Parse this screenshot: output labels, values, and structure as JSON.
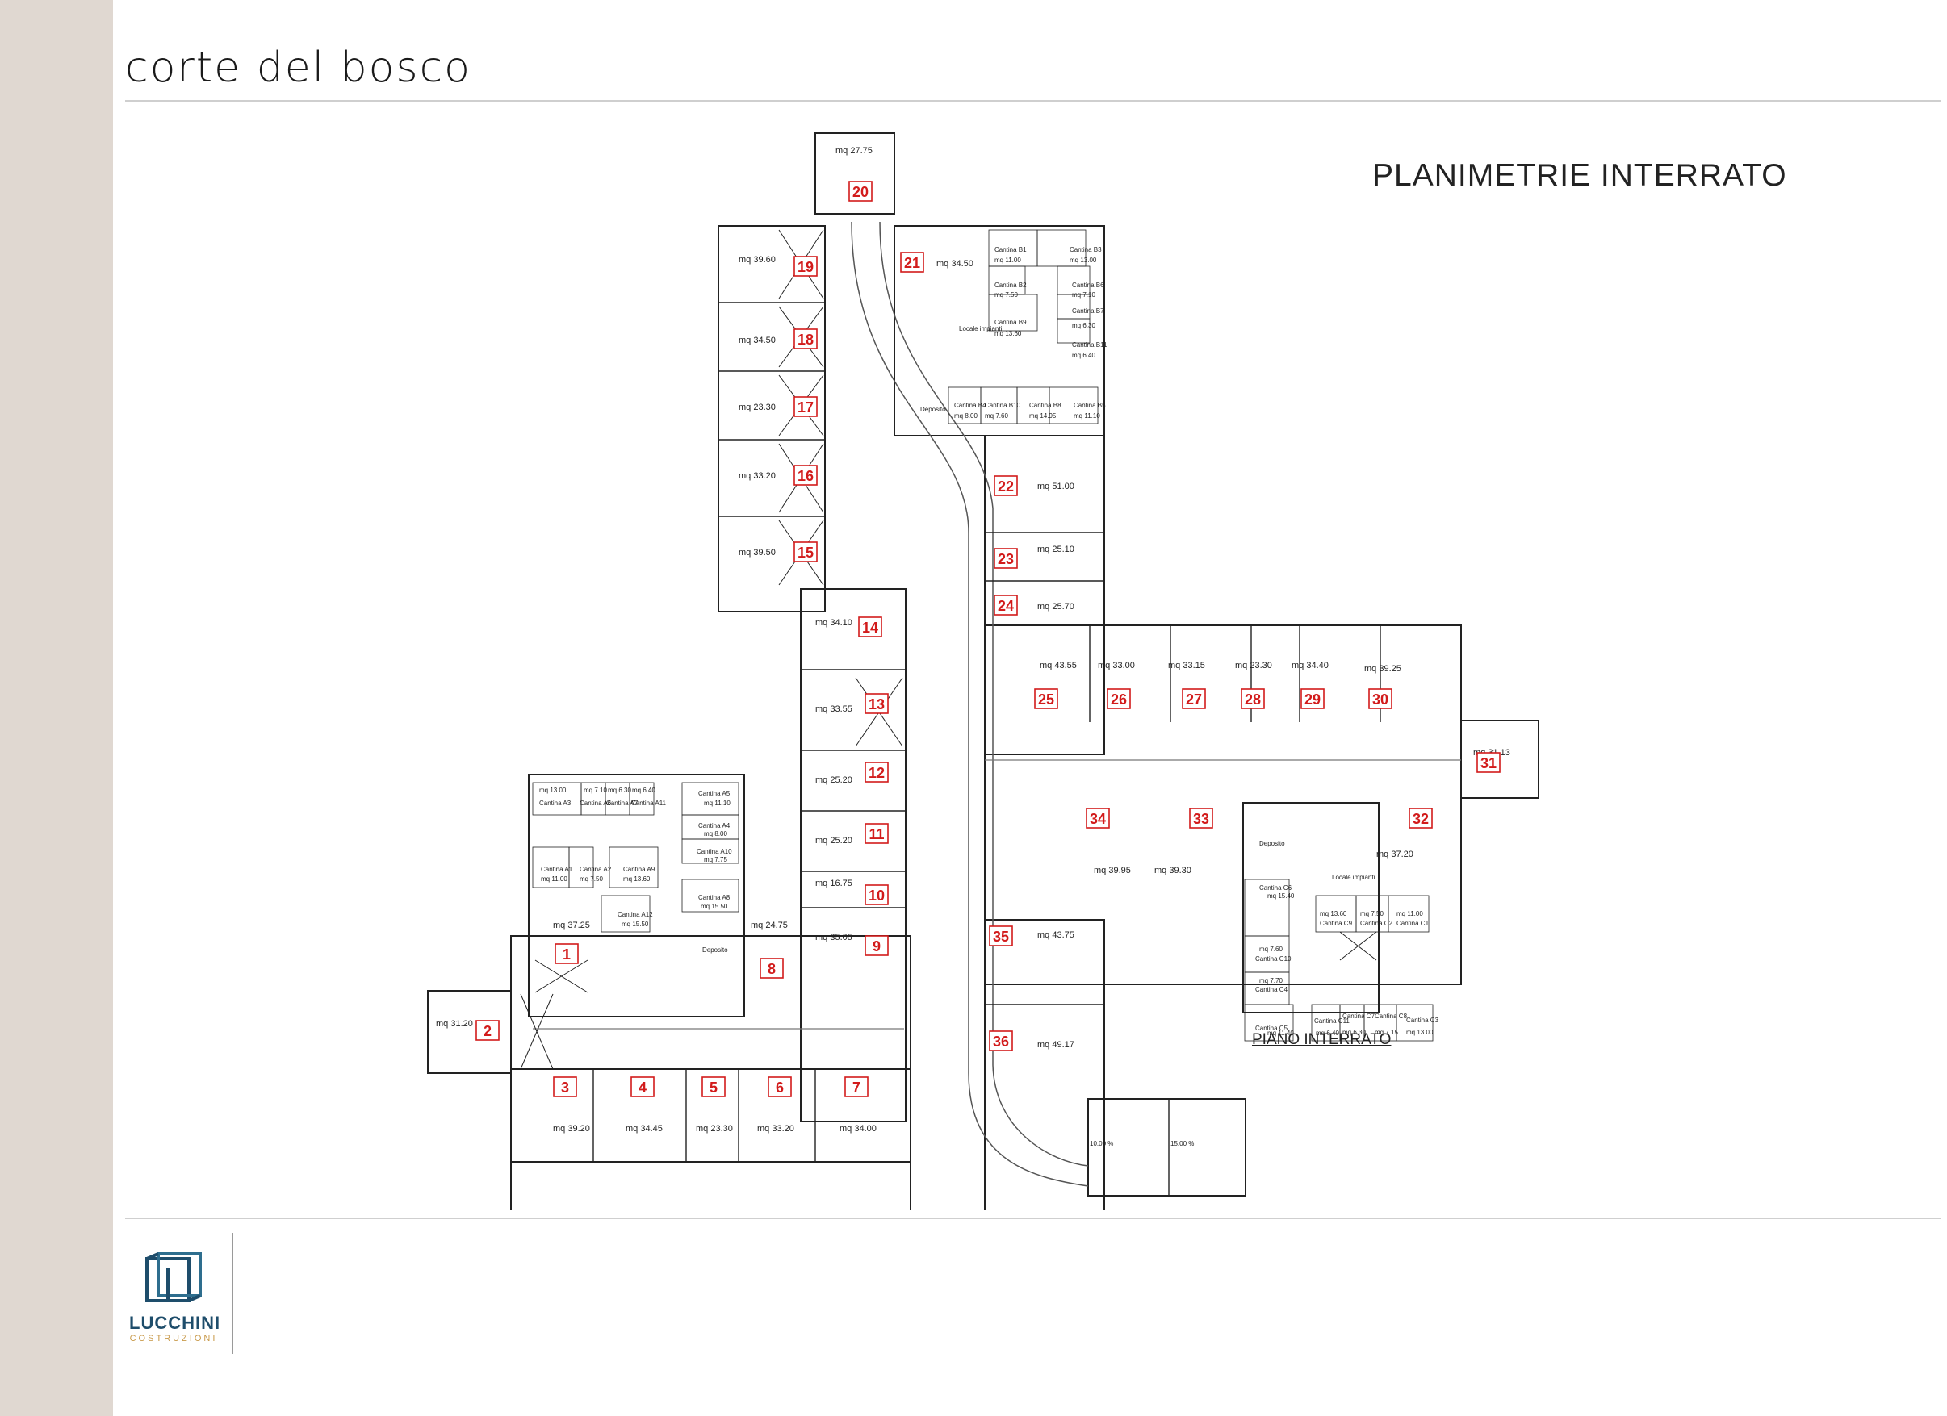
{
  "header": {
    "brand_title": "corte del bosco",
    "page_heading": "PLANIMETRIE INTERRATO"
  },
  "plan": {
    "floor_label": "PIANO INTERRATO",
    "units": [
      {
        "num": "1",
        "area": "mq 37.25"
      },
      {
        "num": "2",
        "area": "mq 31.20"
      },
      {
        "num": "3",
        "area": "mq 39.20"
      },
      {
        "num": "4",
        "area": "mq 34.45"
      },
      {
        "num": "5",
        "area": "mq 23.30"
      },
      {
        "num": "6",
        "area": "mq 33.20"
      },
      {
        "num": "7",
        "area": "mq 34.00"
      },
      {
        "num": "8",
        "area": "mq 24.75"
      },
      {
        "num": "9",
        "area": "mq 35.05"
      },
      {
        "num": "10",
        "area": "mq 16.75"
      },
      {
        "num": "11",
        "area": "mq 25.20"
      },
      {
        "num": "12",
        "area": "mq 25.20"
      },
      {
        "num": "13",
        "area": "mq 33.55"
      },
      {
        "num": "14",
        "area": "mq 34.10"
      },
      {
        "num": "15",
        "area": "mq 39.50"
      },
      {
        "num": "16",
        "area": "mq 33.20"
      },
      {
        "num": "17",
        "area": "mq 23.30"
      },
      {
        "num": "18",
        "area": "mq 34.50"
      },
      {
        "num": "19",
        "area": "mq 39.60"
      },
      {
        "num": "20",
        "area": "mq 27.75"
      },
      {
        "num": "21",
        "area": "mq 34.50"
      },
      {
        "num": "22",
        "area": "mq 51.00"
      },
      {
        "num": "23",
        "area": "mq 25.10"
      },
      {
        "num": "24",
        "area": "mq 25.70"
      },
      {
        "num": "25",
        "area": "mq 43.55"
      },
      {
        "num": "26",
        "area": "mq 33.00"
      },
      {
        "num": "27",
        "area": "mq 33.15"
      },
      {
        "num": "28",
        "area": "mq 23.30"
      },
      {
        "num": "29",
        "area": "mq 34.40"
      },
      {
        "num": "30",
        "area": "mq 39.25"
      },
      {
        "num": "31",
        "area": "mq 31.13"
      },
      {
        "num": "32",
        "area": "mq 37.20"
      },
      {
        "num": "33",
        "area": "mq 39.30"
      },
      {
        "num": "34",
        "area": "mq 39.95"
      },
      {
        "num": "35",
        "area": "mq 43.75"
      },
      {
        "num": "36",
        "area": "mq 49.17"
      }
    ],
    "cellars": [
      {
        "name": "Cantina A3",
        "area": "mq 13.00"
      },
      {
        "name": "Cantina A6",
        "area": "mq 7.10"
      },
      {
        "name": "Cantina A7",
        "area": "mq 6.30"
      },
      {
        "name": "Cantina A11",
        "area": "mq 6.40"
      },
      {
        "name": "Cantina A5",
        "area": "mq 11.10"
      },
      {
        "name": "Cantina A4",
        "area": "mq 8.00"
      },
      {
        "name": "Cantina A10",
        "area": "mq 7.75"
      },
      {
        "name": "Cantina A1",
        "area": "mq 11.00"
      },
      {
        "name": "Cantina A2",
        "area": "mq 7.50"
      },
      {
        "name": "Cantina A9",
        "area": "mq 13.60"
      },
      {
        "name": "Cantina A8",
        "area": "mq 15.50"
      },
      {
        "name": "Cantina A12",
        "area": "mq 15.50"
      },
      {
        "name": "Cantina B1",
        "area": "mq 11.00"
      },
      {
        "name": "Cantina B3",
        "area": "mq 13.00"
      },
      {
        "name": "Cantina B2",
        "area": "mq 7.50"
      },
      {
        "name": "Cantina B6",
        "area": "mq 7.10"
      },
      {
        "name": "Cantina B9",
        "area": "mq 13.60"
      },
      {
        "name": "Cantina B7",
        "area": "mq 6.30"
      },
      {
        "name": "Cantina B11",
        "area": "mq 6.40"
      },
      {
        "name": "Cantina B4",
        "area": "mq 8.00"
      },
      {
        "name": "Cantina B10",
        "area": "mq 7.60"
      },
      {
        "name": "Cantina B8",
        "area": "mq 14.95"
      },
      {
        "name": "Cantina B5",
        "area": "mq 11.10"
      },
      {
        "name": "Cantina C6",
        "area": "mq 15.40"
      },
      {
        "name": "Cantina C9",
        "area": "mq 13.60"
      },
      {
        "name": "Cantina C2",
        "area": "mq 7.50"
      },
      {
        "name": "Cantina C1",
        "area": "mq 11.00"
      },
      {
        "name": "Cantina C10",
        "area": "mq 7.60"
      },
      {
        "name": "Cantina C4",
        "area": "mq 7.70"
      },
      {
        "name": "Cantina C5",
        "area": "mq 11.40"
      },
      {
        "name": "Cantina C11",
        "area": "mq 6.40"
      },
      {
        "name": "Cantina C7",
        "area": "mq 6.30"
      },
      {
        "name": "Cantina C8",
        "area": "mq 7.15"
      },
      {
        "name": "Cantina C3",
        "area": "mq 13.00"
      }
    ],
    "misc_labels": {
      "deposito": "Deposito",
      "locale_impianti": "Locale impianti",
      "ramp_slope_a": "10.00 %",
      "ramp_slope_b": "15.00 %"
    }
  },
  "footer": {
    "logo_name": "LUCCHINI",
    "logo_sub": "COSTRUZIONI",
    "brand_color": "#1e4d6b",
    "accent_color": "#c99a4a",
    "number_color": "#d21b1b"
  }
}
